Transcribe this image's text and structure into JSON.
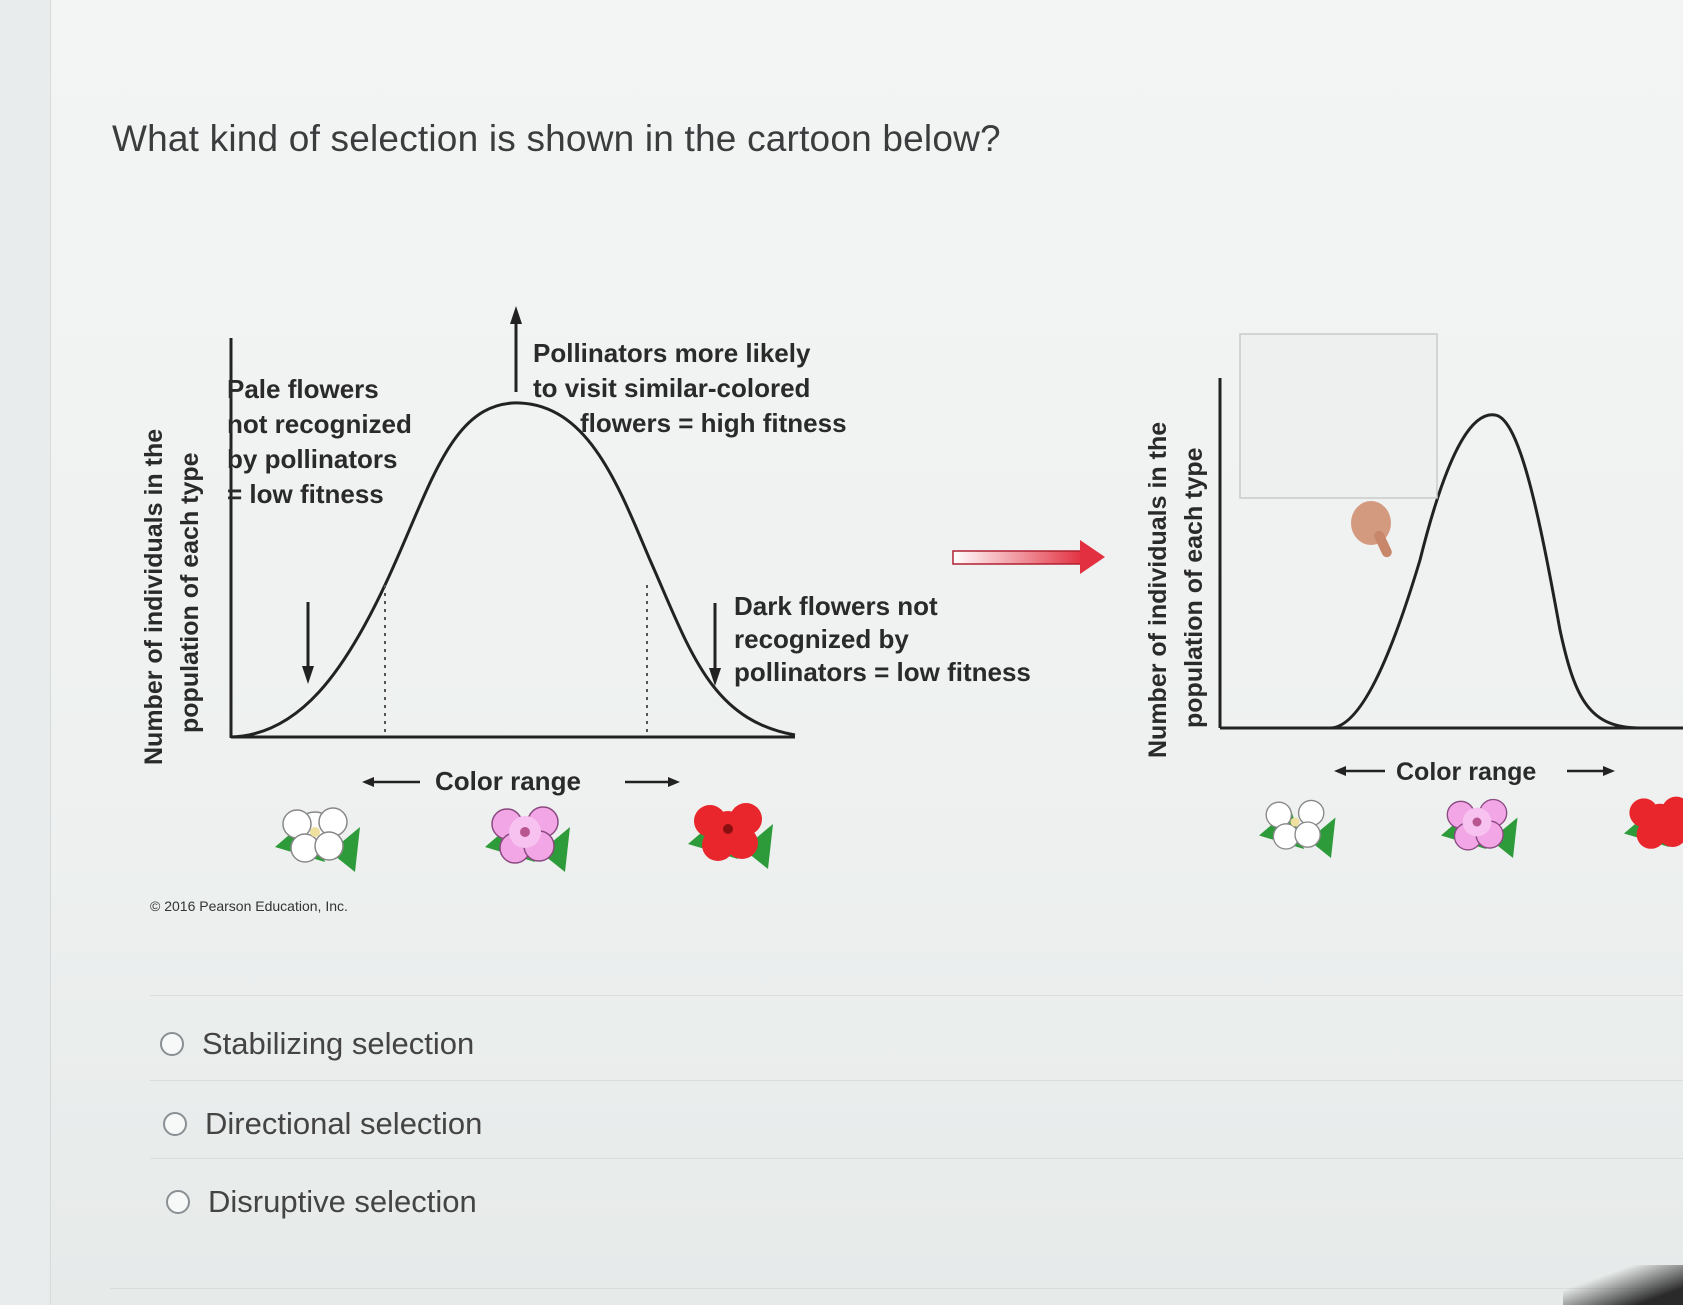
{
  "question": "What kind of selection is shown in the cartoon below?",
  "figure": {
    "left_panel": {
      "ylabel_line1": "Number of individuals in the",
      "ylabel_line2": "population of each type",
      "pale_note": [
        "Pale flowers",
        "not recognized",
        "by pollinators",
        "= low fitness"
      ],
      "middle_note": [
        "Pollinators more likely",
        "to visit similar-colored",
        "flowers = high fitness"
      ],
      "dark_note": [
        "Dark flowers not",
        "recognized by",
        "pollinators = low fitness"
      ],
      "xlabel": "Color range"
    },
    "right_panel": {
      "ylabel_line1": "Number of individuals in the",
      "ylabel_line2": "population of each type",
      "xlabel": "Color range"
    },
    "copyright": "© 2016 Pearson Education, Inc.",
    "flower_colors": {
      "pale": "#ffffff",
      "medium": "#f2a6e6",
      "dark": "#e8262b",
      "leaf": "#2e9b3a"
    },
    "transition_arrow_color": "#e23040"
  },
  "options": [
    {
      "label": "Stabilizing selection"
    },
    {
      "label": "Directional selection"
    },
    {
      "label": "Disruptive selection"
    }
  ]
}
